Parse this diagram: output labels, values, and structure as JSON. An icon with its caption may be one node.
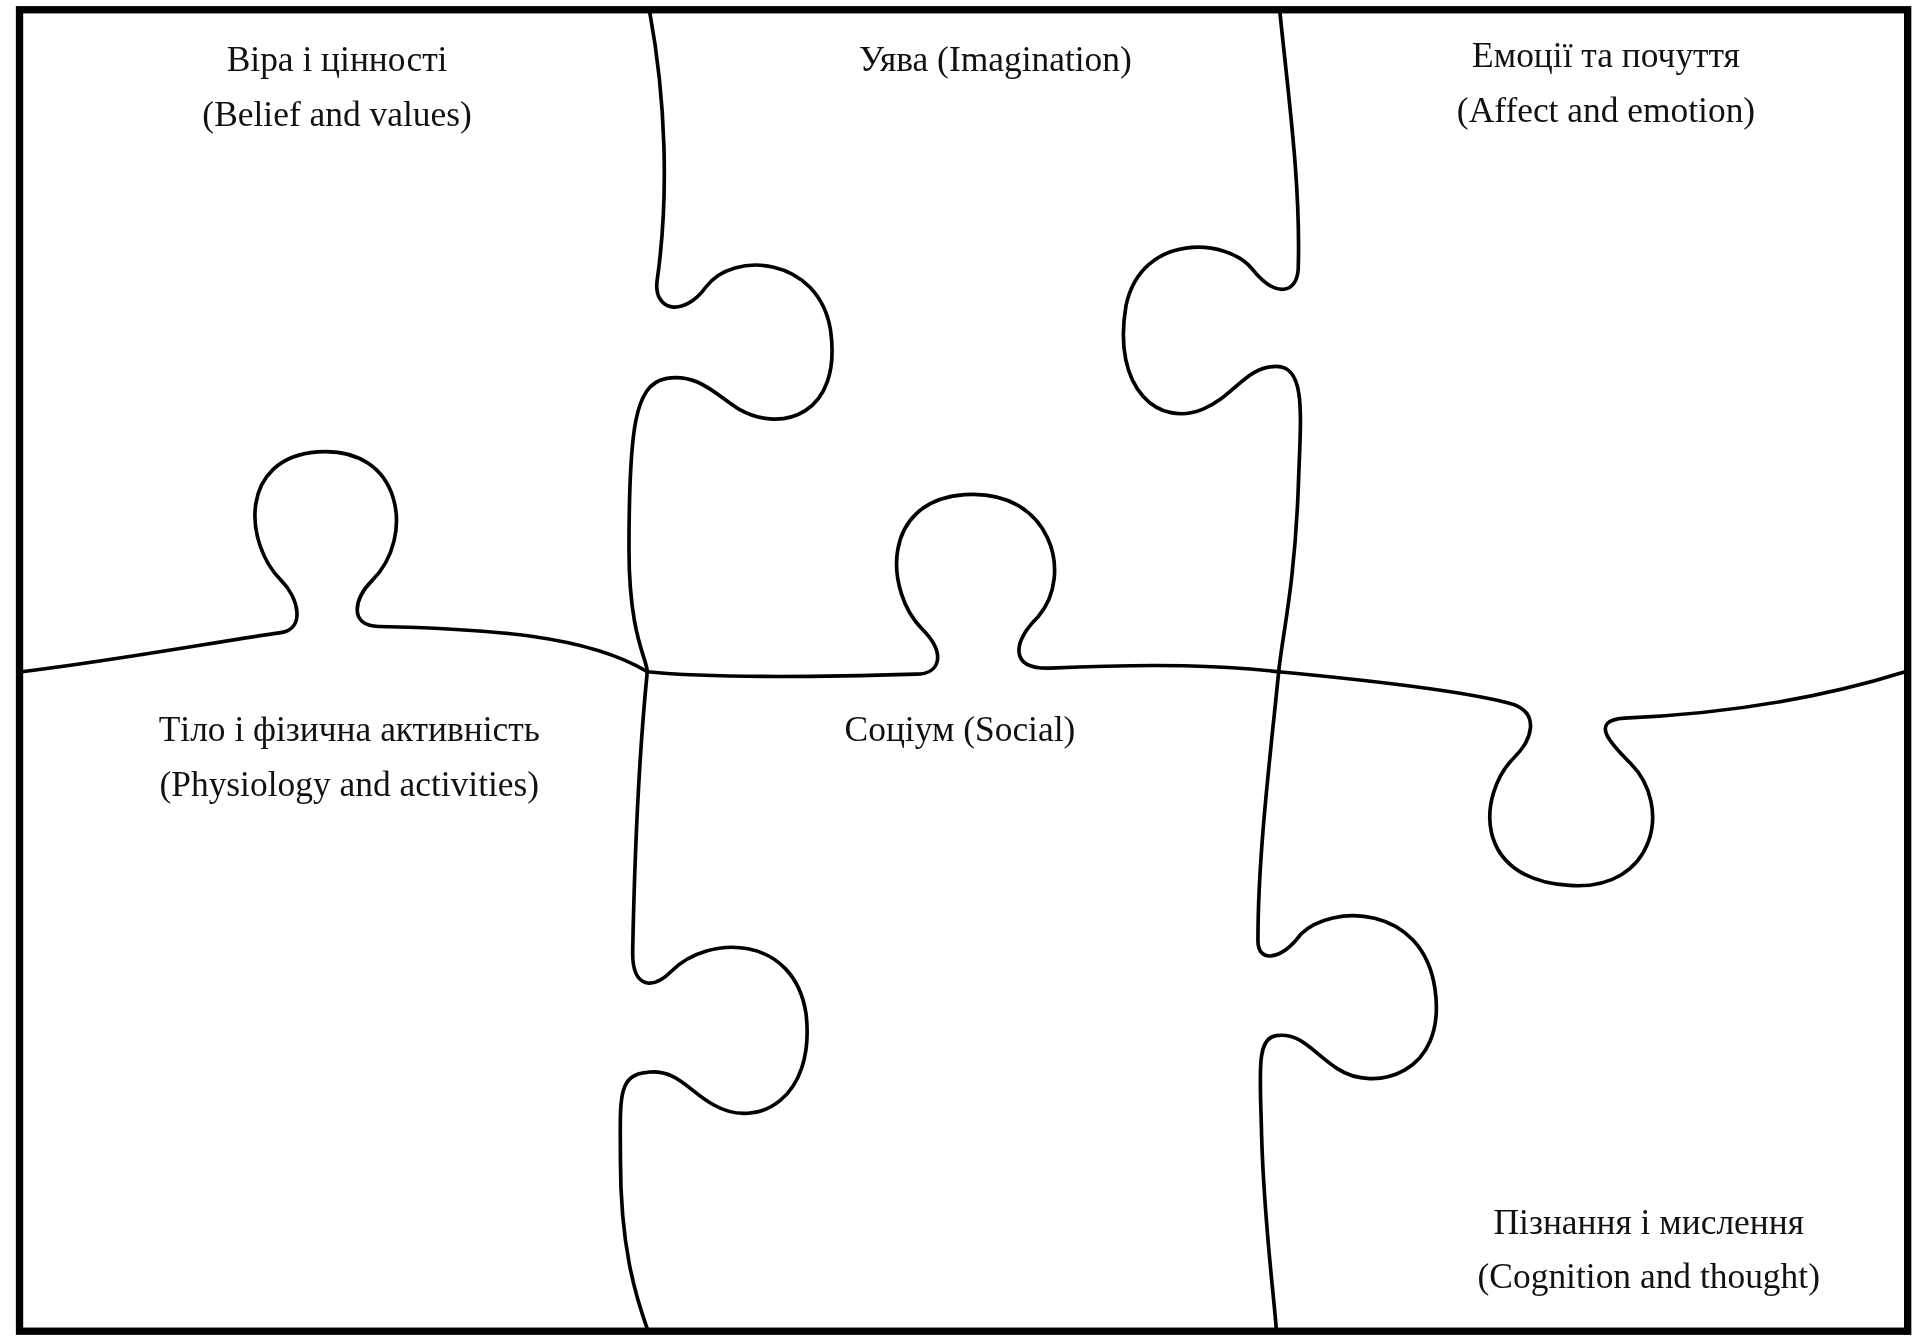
{
  "diagram": {
    "nodes": [
      {
        "text": [
          "Віра і цінності",
          "(Belief and values)"
        ]
      },
      {
        "text": [
          "Уява (Imagination)"
        ]
      },
      {
        "text": [
          "Емоції та почуття",
          "(Affect and emotion)"
        ]
      },
      {
        "text": [
          "Тіло і фізична активність",
          "(Physiology and activities)"
        ]
      },
      {
        "text": [
          "Соціум (Social)"
        ]
      },
      {
        "text": [
          "Пізнання і мислення",
          "(Cognition and thought)"
        ]
      }
    ]
  }
}
